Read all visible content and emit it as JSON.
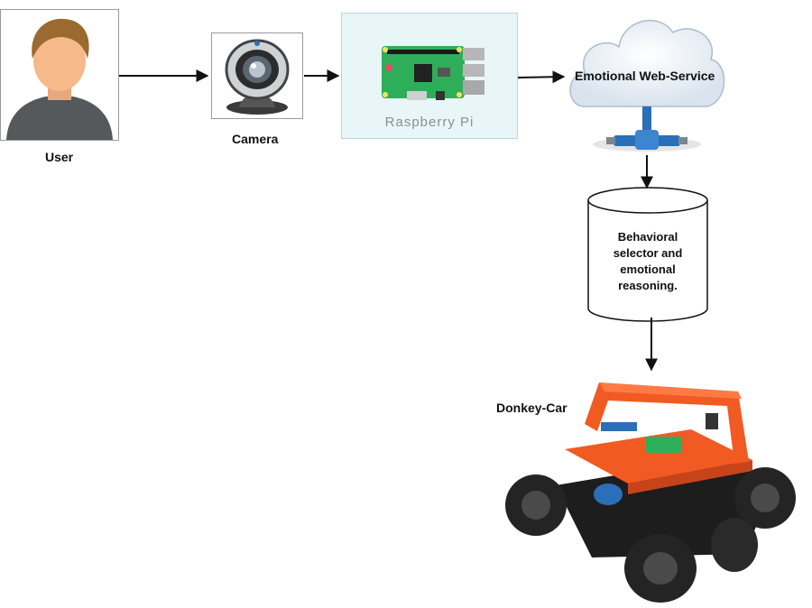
{
  "nodes": {
    "user": {
      "label": "User"
    },
    "camera": {
      "label": "Camera"
    },
    "raspberry_pi": {
      "label": "Raspberry Pi"
    },
    "web_service": {
      "label": "Emotional Web-Service"
    },
    "selector": {
      "lines": [
        "Behavioral",
        "selector and",
        "emotional",
        "reasoning."
      ]
    },
    "car": {
      "label": "Donkey-Car"
    }
  },
  "edges": [
    {
      "from": "user",
      "to": "camera"
    },
    {
      "from": "camera",
      "to": "raspberry_pi"
    },
    {
      "from": "raspberry_pi",
      "to": "web_service"
    },
    {
      "from": "web_service",
      "to": "selector"
    },
    {
      "from": "selector",
      "to": "car"
    }
  ],
  "colors": {
    "pi_board": "#2fae5a",
    "pi_panel": "#e8f6f8",
    "car_body": "#f15a22",
    "cloud": "#f2f6fb",
    "network_pipe": "#2a6fb8"
  }
}
